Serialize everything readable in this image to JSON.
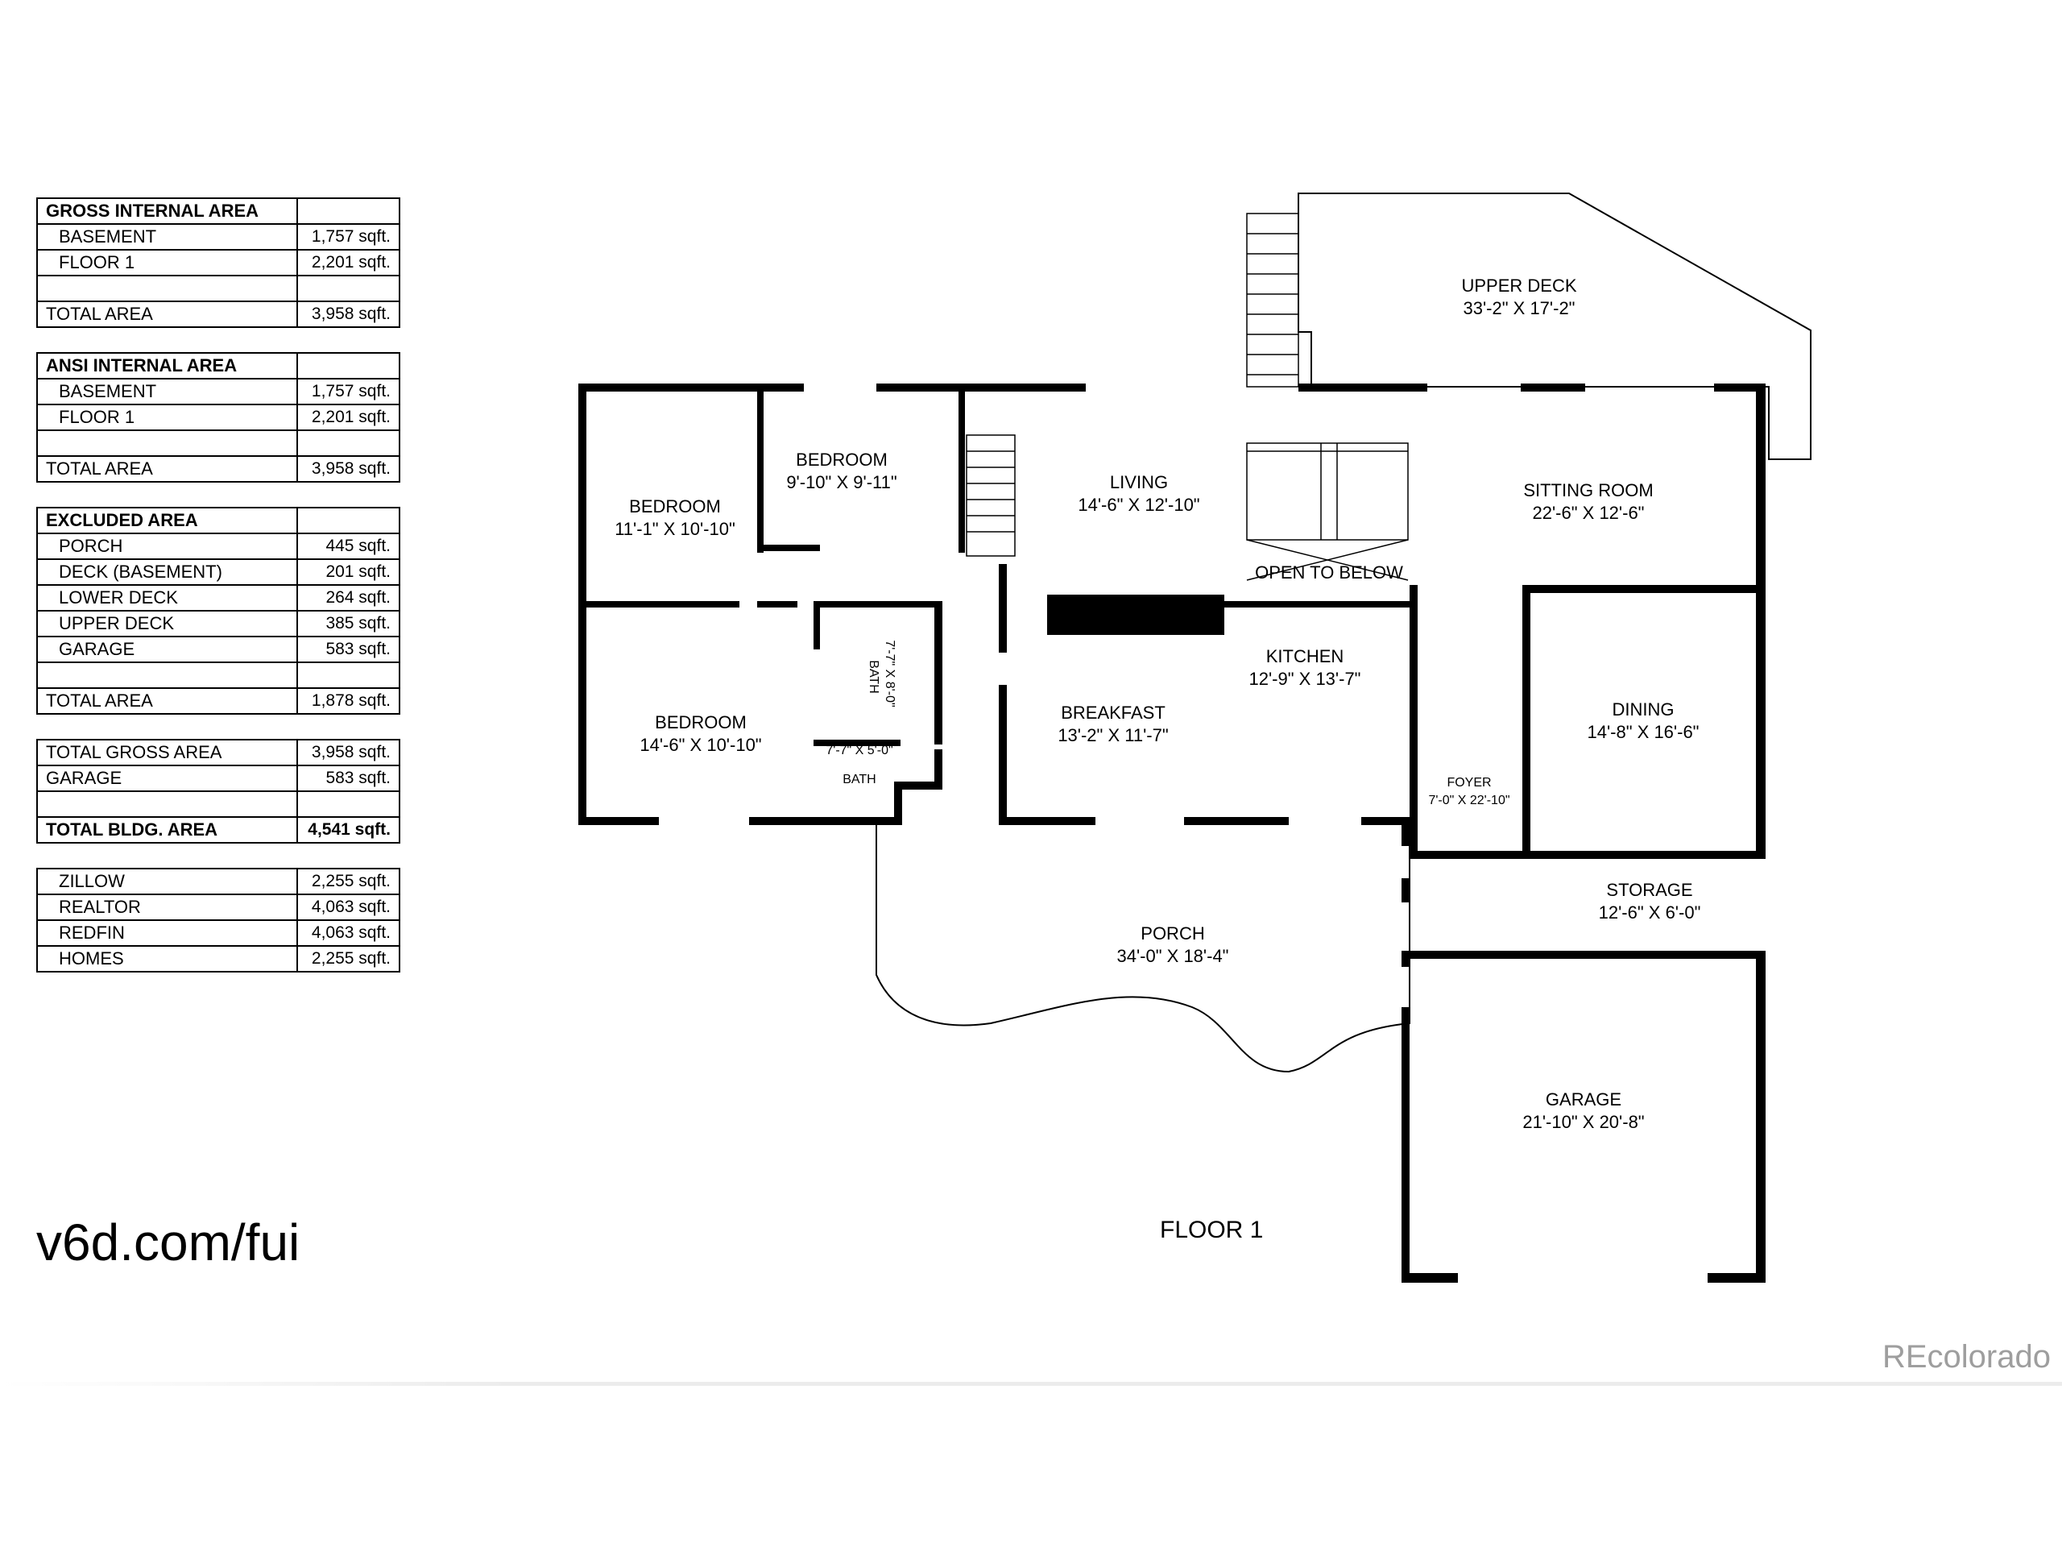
{
  "area_tables": [
    {
      "rows": [
        {
          "label": "GROSS INTERNAL AREA",
          "value": "",
          "style": "head"
        },
        {
          "label": "BASEMENT",
          "value": "1,757 sqft.",
          "style": "sub"
        },
        {
          "label": "FLOOR 1",
          "value": "2,201 sqft.",
          "style": "sub"
        },
        {
          "label": "",
          "value": "",
          "style": "blank"
        },
        {
          "label": "TOTAL AREA",
          "value": "3,958 sqft.",
          "style": "total"
        }
      ]
    },
    {
      "rows": [
        {
          "label": "ANSI INTERNAL AREA",
          "value": "",
          "style": "head"
        },
        {
          "label": "BASEMENT",
          "value": "1,757 sqft.",
          "style": "sub"
        },
        {
          "label": "FLOOR 1",
          "value": "2,201 sqft.",
          "style": "sub"
        },
        {
          "label": "",
          "value": "",
          "style": "blank"
        },
        {
          "label": "TOTAL AREA",
          "value": "3,958 sqft.",
          "style": "total"
        }
      ]
    },
    {
      "rows": [
        {
          "label": "EXCLUDED AREA",
          "value": "",
          "style": "head"
        },
        {
          "label": "PORCH",
          "value": "445 sqft.",
          "style": "sub"
        },
        {
          "label": "DECK (BASEMENT)",
          "value": "201 sqft.",
          "style": "sub"
        },
        {
          "label": "LOWER DECK",
          "value": "264 sqft.",
          "style": "sub"
        },
        {
          "label": "UPPER DECK",
          "value": "385 sqft.",
          "style": "sub"
        },
        {
          "label": "GARAGE",
          "value": "583 sqft.",
          "style": "sub"
        },
        {
          "label": "",
          "value": "",
          "style": "blank"
        },
        {
          "label": "TOTAL AREA",
          "value": "1,878 sqft.",
          "style": "total"
        }
      ]
    },
    {
      "rows": [
        {
          "label": "TOTAL GROSS AREA",
          "value": "3,958 sqft.",
          "style": "total"
        },
        {
          "label": "GARAGE",
          "value": "583 sqft.",
          "style": "total"
        },
        {
          "label": "",
          "value": "",
          "style": "blank"
        },
        {
          "label": "TOTAL BLDG. AREA",
          "value": "4,541 sqft.",
          "style": "bold"
        }
      ]
    },
    {
      "rows": [
        {
          "label": "ZILLOW",
          "value": "2,255 sqft.",
          "style": "sub"
        },
        {
          "label": "REALTOR",
          "value": "4,063 sqft.",
          "style": "sub"
        },
        {
          "label": "REDFIN",
          "value": "4,063 sqft.",
          "style": "sub"
        },
        {
          "label": "HOMES",
          "value": "2,255 sqft.",
          "style": "sub"
        }
      ]
    }
  ],
  "rooms": {
    "upper_deck": {
      "name": "UPPER DECK",
      "dims": "33'-2\" X 17'-2\""
    },
    "bedroom_1": {
      "name": "BEDROOM",
      "dims": "11'-1\" X 10'-10\""
    },
    "bedroom_2": {
      "name": "BEDROOM",
      "dims": "9'-10\" X 9'-11\""
    },
    "bedroom_3": {
      "name": "BEDROOM",
      "dims": "14'-6\" X 10'-10\""
    },
    "living": {
      "name": "LIVING",
      "dims": "14'-6\" X 12'-10\""
    },
    "open_to_below": {
      "name": "OPEN TO BELOW"
    },
    "sitting_room": {
      "name": "SITTING ROOM",
      "dims": "22'-6\" X 12'-6\""
    },
    "kitchen": {
      "name": "KITCHEN",
      "dims": "12'-9\" X 13'-7\""
    },
    "breakfast": {
      "name": "BREAKFAST",
      "dims": "13'-2\" X 11'-7\""
    },
    "bath_1": {
      "name": "BATH",
      "dims": "7'-7\" X 8'-0\""
    },
    "bath_2": {
      "name": "BATH",
      "dims": "7'-7\" X 5'-0\""
    },
    "dining": {
      "name": "DINING",
      "dims": "14'-8\" X 16'-6\""
    },
    "foyer": {
      "name": "FOYER",
      "dims": "7'-0\" X 22'-10\""
    },
    "storage": {
      "name": "STORAGE",
      "dims": "12'-6\" X 6'-0\""
    },
    "porch": {
      "name": "PORCH",
      "dims": "34'-0\" X 18'-4\""
    },
    "garage": {
      "name": "GARAGE",
      "dims": "21'-10\" X 20'-8\""
    }
  },
  "floor_label": "FLOOR 1",
  "website": "v6d.com/fui",
  "watermark": "REcolorado"
}
